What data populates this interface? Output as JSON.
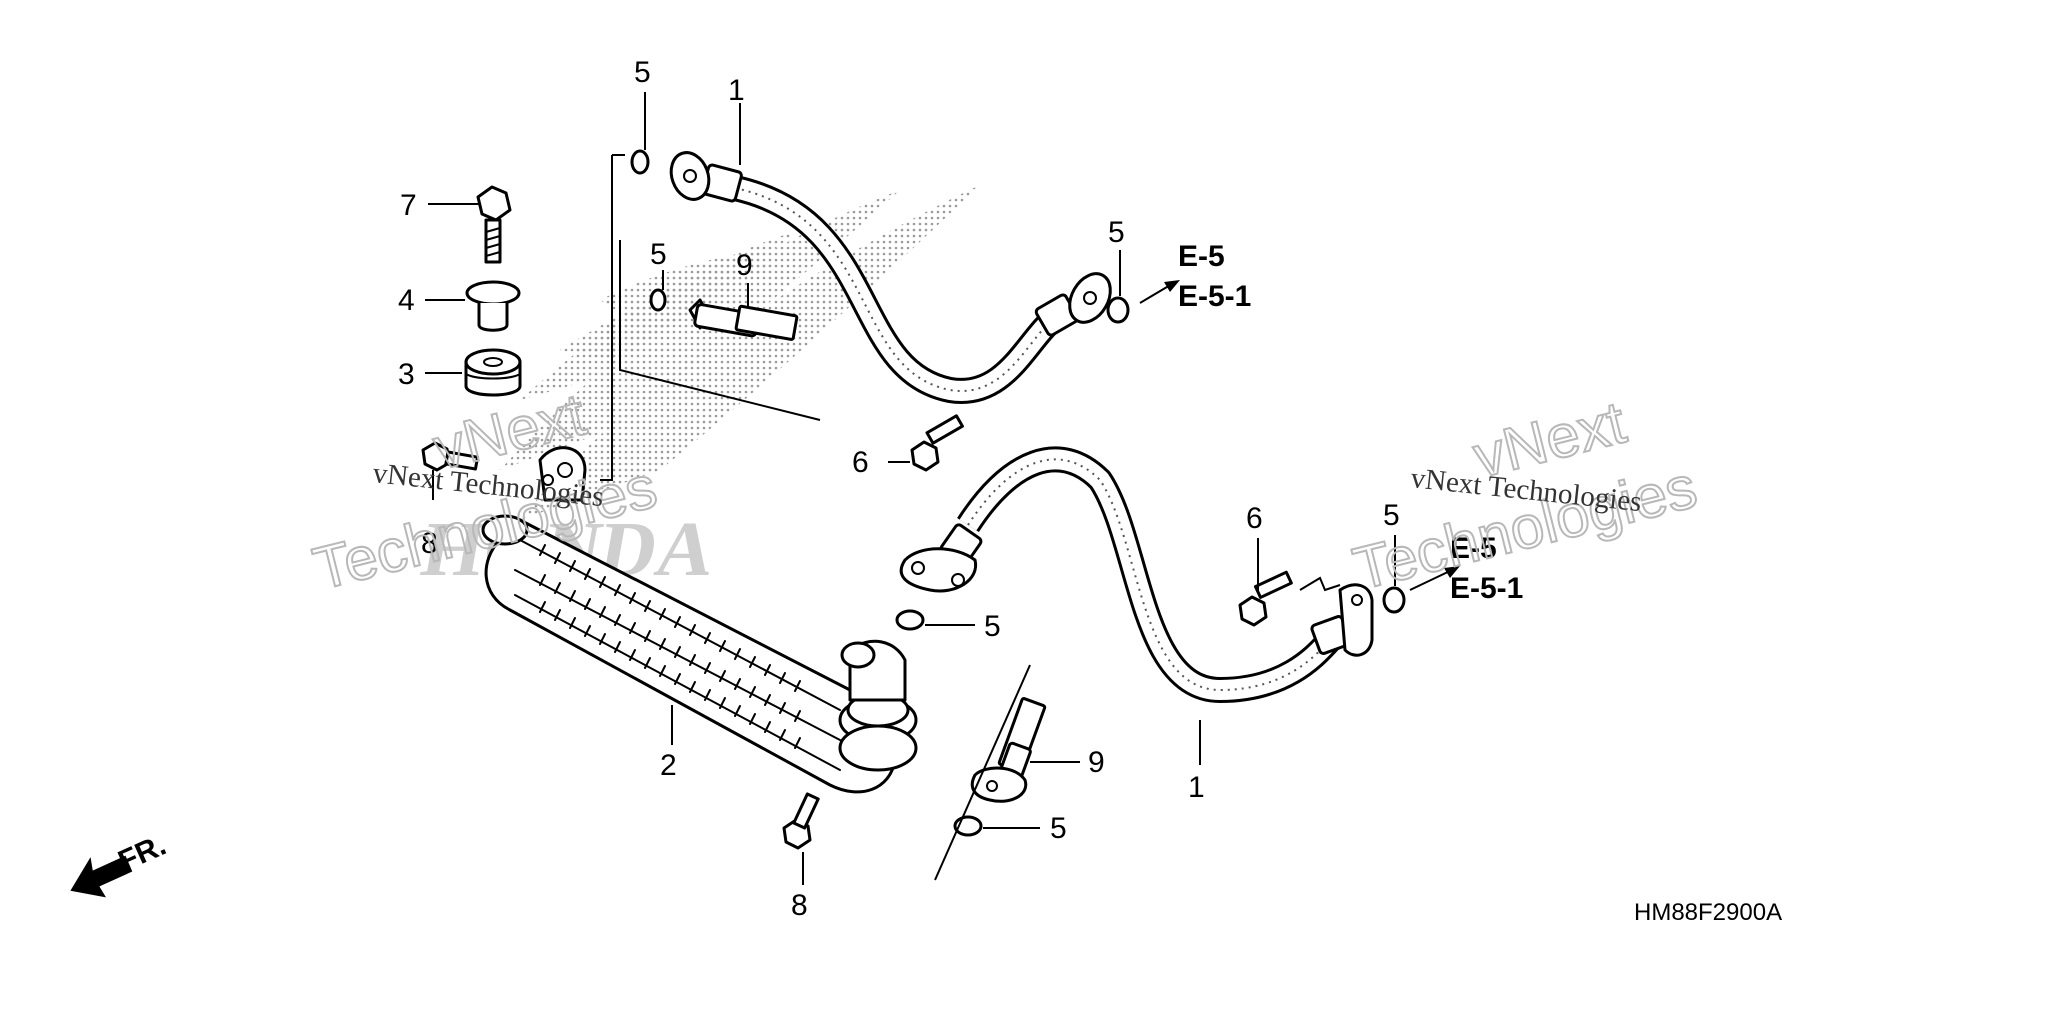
{
  "diagram": {
    "callouts": [
      {
        "id": "c5a",
        "label": "5"
      },
      {
        "id": "c1a",
        "label": "1"
      },
      {
        "id": "c7",
        "label": "7"
      },
      {
        "id": "c4",
        "label": "4"
      },
      {
        "id": "c3",
        "label": "3"
      },
      {
        "id": "c5b",
        "label": "5"
      },
      {
        "id": "c9a",
        "label": "9"
      },
      {
        "id": "c5c",
        "label": "5"
      },
      {
        "id": "c6a",
        "label": "6"
      },
      {
        "id": "c8a",
        "label": "8"
      },
      {
        "id": "c6b",
        "label": "6"
      },
      {
        "id": "c5d",
        "label": "5"
      },
      {
        "id": "c5e",
        "label": "5"
      },
      {
        "id": "c2",
        "label": "2"
      },
      {
        "id": "c9b",
        "label": "9"
      },
      {
        "id": "c1b",
        "label": "1"
      },
      {
        "id": "c5f",
        "label": "5"
      },
      {
        "id": "c8b",
        "label": "8"
      }
    ],
    "references": [
      {
        "id": "ref_upper_a",
        "label": "E-5"
      },
      {
        "id": "ref_upper_b",
        "label": "E-5-1"
      },
      {
        "id": "ref_lower_a",
        "label": "E-5"
      },
      {
        "id": "ref_lower_b",
        "label": "E-5-1"
      }
    ],
    "front_indicator": "FR.",
    "diagram_code": "HM88F2900A",
    "logo_text": "HONDA",
    "watermark": {
      "line_a": "vNext Technologies",
      "line_b": "vNext Technologies",
      "big_a": "vNext",
      "big_b": "Technologies",
      "big_c": "vNext",
      "big_d": "Technologies"
    }
  }
}
